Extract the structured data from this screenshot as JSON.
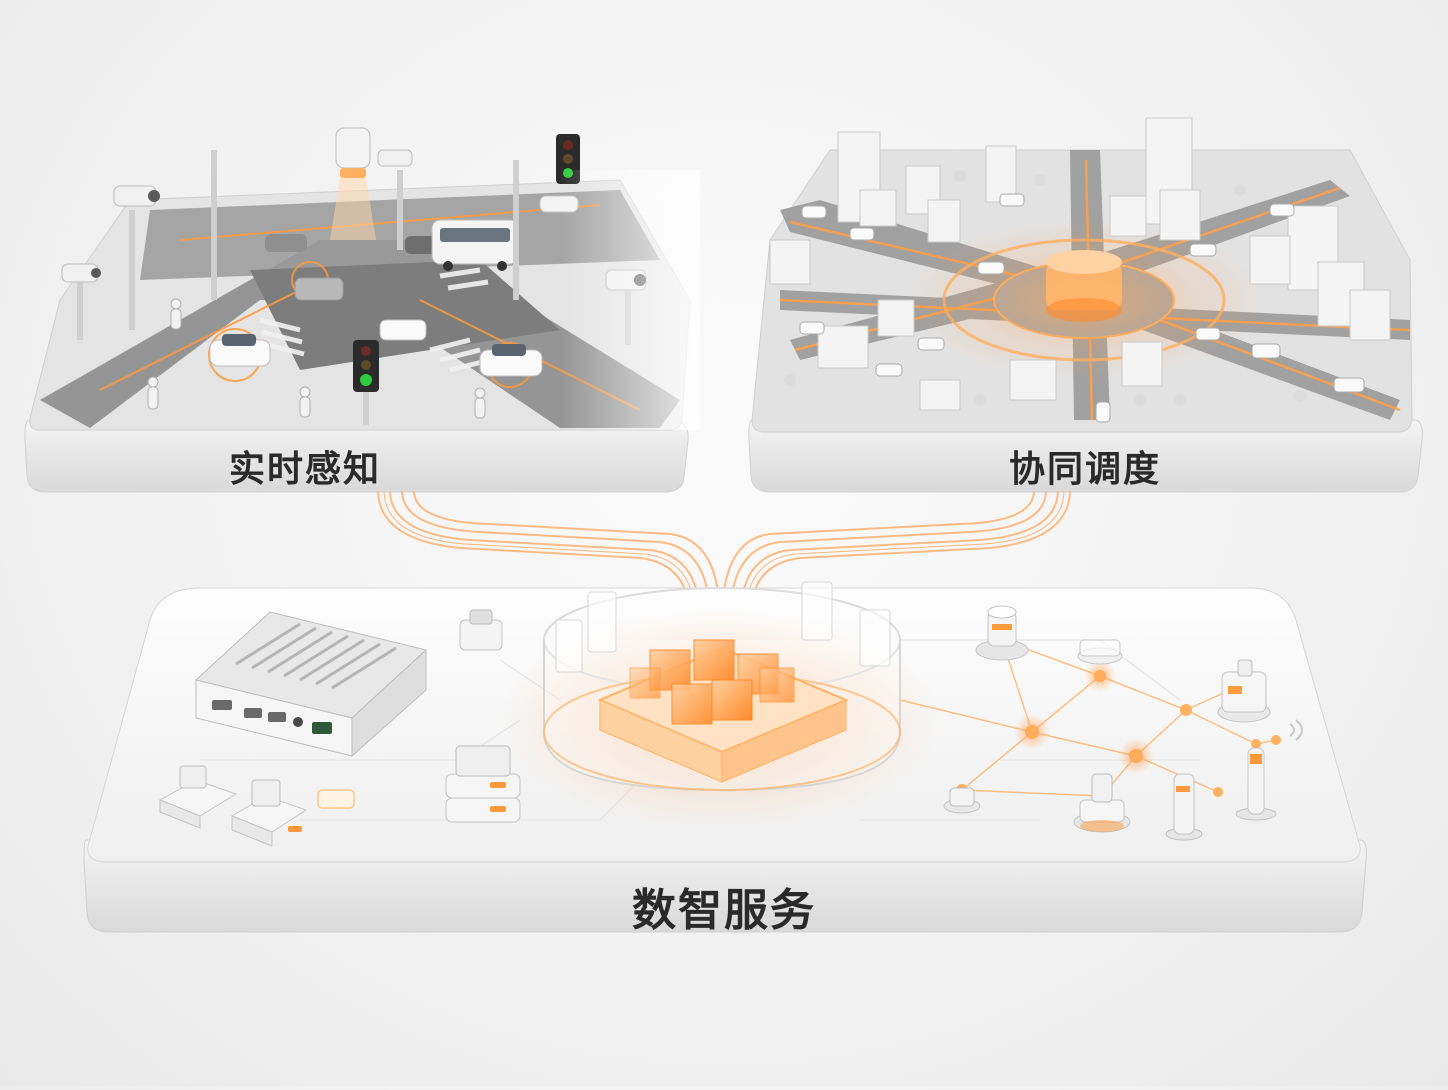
{
  "modules": {
    "realtime_perception": {
      "label": "实时感知"
    },
    "collaborative_dispatch": {
      "label": "协同调度"
    },
    "digital_services": {
      "label": "数智服务"
    }
  },
  "colors": {
    "accent": "#ff8a2a",
    "accent_soft": "#ffc38a",
    "platform": "#f7f7f7",
    "platform_edge": "#dcdcdc",
    "road": "#8e8e8e",
    "signal_green": "#2ecc40"
  },
  "icons": [
    "traffic-camera-icon",
    "traffic-light-icon",
    "car-icon",
    "bus-icon",
    "pedestrian-icon",
    "building-icon",
    "roundabout-hub-icon",
    "edge-server-icon",
    "data-cube-core-icon",
    "sensor-node-icon",
    "network-node-icon",
    "storage-stack-icon"
  ]
}
